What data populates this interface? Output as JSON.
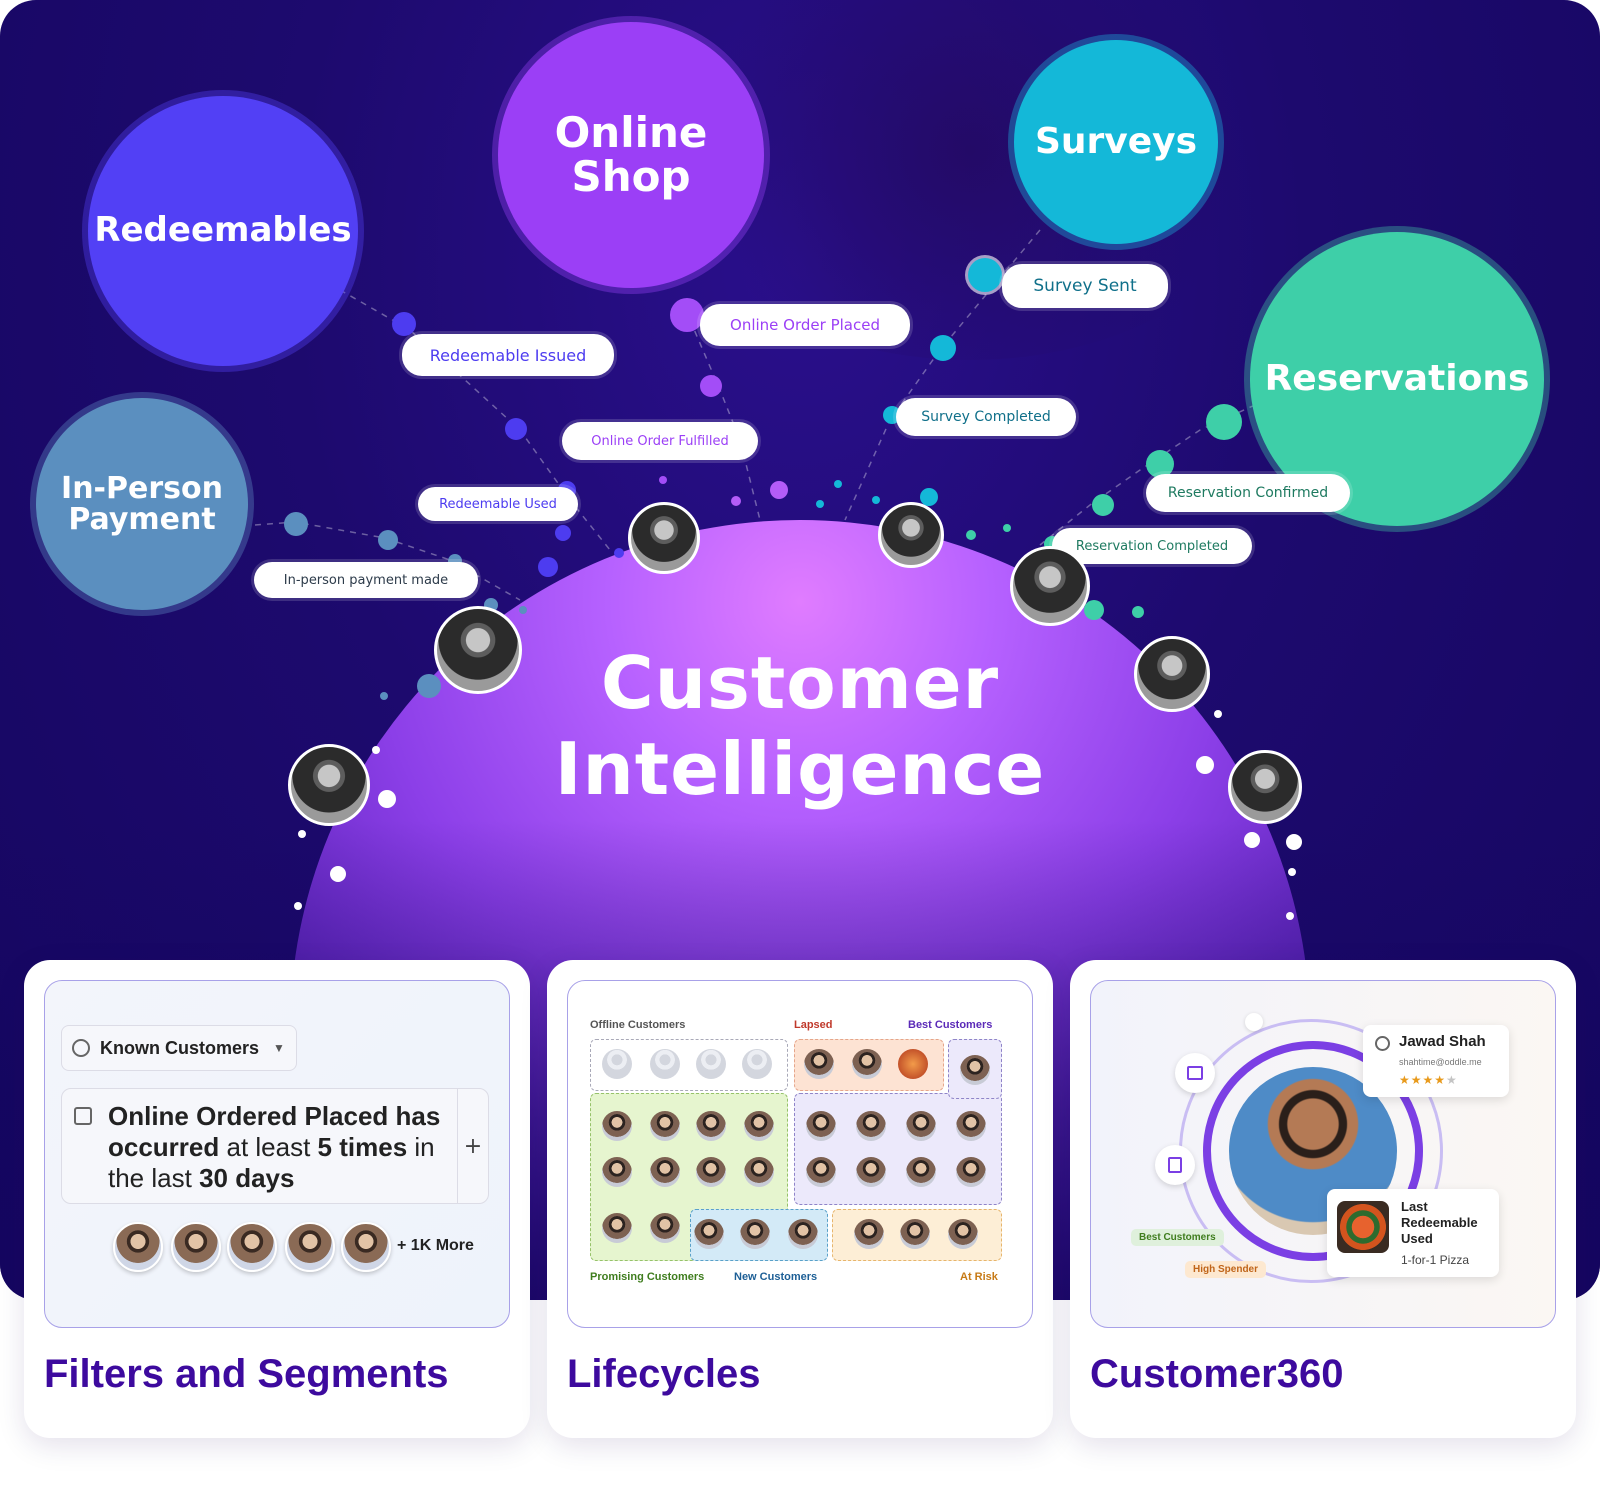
{
  "hero": {
    "title_line1": "Customer",
    "title_line2": "Intelligence",
    "bubbles": {
      "redeemables": "Redeemables",
      "online_shop_1": "Online",
      "online_shop_2": "Shop",
      "surveys": "Surveys",
      "reservations": "Reservations",
      "in_person_1": "In-Person",
      "in_person_2": "Payment"
    },
    "events": {
      "redeemable_issued": "Redeemable Issued",
      "redeemable_used": "Redeemable Used",
      "online_order_placed": "Online Order Placed",
      "online_order_fulfilled": "Online Order Fulfilled",
      "survey_sent": "Survey Sent",
      "survey_completed": "Survey Completed",
      "reservation_confirmed": "Reservation Confirmed",
      "reservation_completed": "Reservation Completed",
      "in_person_payment_made": "In-person payment made"
    },
    "colors": {
      "redeemables": "#5240f5",
      "online_shop": "#9b3ff6",
      "surveys": "#14b8d8",
      "reservations": "#3ecfa8",
      "in_person": "#5b8fbf"
    }
  },
  "cards": {
    "filters": {
      "title": "Filters and Segments",
      "dropdown": "Known Customers",
      "rule_part1": "Online Ordered Placed has",
      "rule_part2": "occurred",
      "rule_part3": " at least ",
      "rule_part4": "5 times",
      "rule_part5": " in",
      "rule_part6": "the last ",
      "rule_part7": "30 days",
      "add": "+",
      "more": "+ 1K More"
    },
    "lifecycles": {
      "title": "Lifecycles",
      "offline": "Offline Customers",
      "lapsed": "Lapsed",
      "best": "Best Customers",
      "promising": "Promising Customers",
      "new": "New Customers",
      "at_risk": "At Risk"
    },
    "customer360": {
      "title": "Customer360",
      "name": "Jawad Shah",
      "email": "shahtime@oddle.me",
      "stars": "★★★★★",
      "rating": 4,
      "last_label": "Last Redeemable Used",
      "last_value": "1-for-1 Pizza",
      "tag_best": "Best Customers",
      "tag_spender": "High Spender"
    }
  }
}
